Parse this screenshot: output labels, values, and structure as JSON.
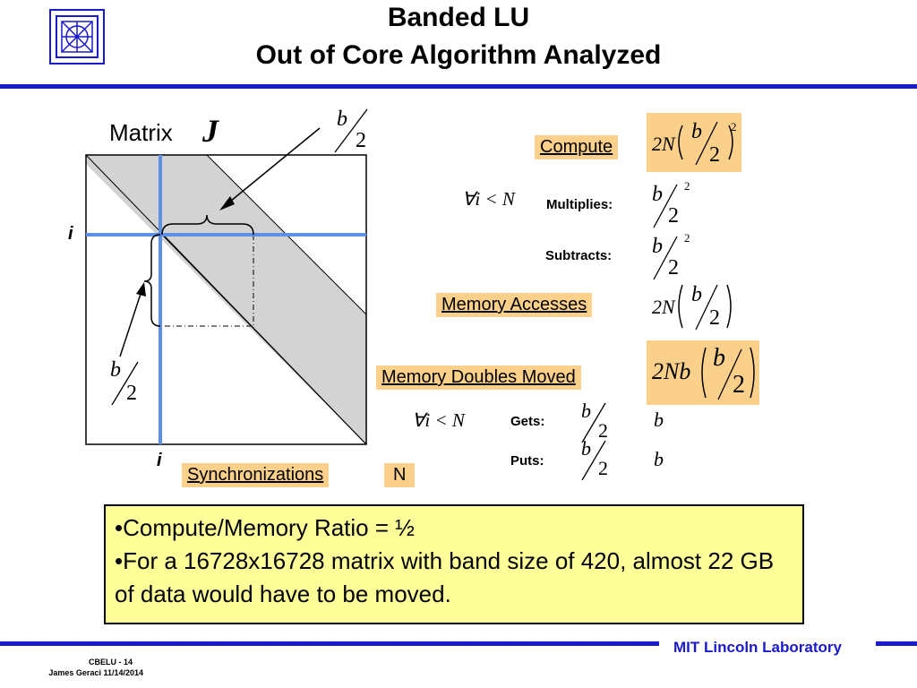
{
  "title": {
    "line1": "Banded LU",
    "line2": "Out of Core Algorithm Analyzed"
  },
  "diagram": {
    "matrix_label": "Matrix",
    "matrix_symbol": "J",
    "row_label": "i",
    "col_label": "i",
    "b": "b",
    "two": "2"
  },
  "metrics": {
    "compute": {
      "label": "Compute",
      "coef": "2N",
      "b": "b",
      "den": "2",
      "exp": "2"
    },
    "forall": "∀i < N",
    "multiplies": {
      "label": "Multiplies:",
      "b": "b",
      "den": "2",
      "exp": "2"
    },
    "subtracts": {
      "label": "Subtracts:",
      "b": "b",
      "den": "2",
      "exp": "2"
    },
    "memory_accesses": {
      "label": "Memory Accesses",
      "coef": "2N",
      "b": "b",
      "den": "2"
    },
    "memory_doubles_moved": {
      "label": "Memory Doubles Moved",
      "coef": "2Nb",
      "b": "b",
      "den": "2"
    },
    "forall2": "∀i < N",
    "gets": {
      "label": "Gets:",
      "b": "b",
      "den": "2",
      "value": "b"
    },
    "puts": {
      "label": "Puts:",
      "b": "b",
      "den": "2",
      "value": "b"
    },
    "synchronizations": {
      "label": "Synchronizations",
      "value": "N"
    }
  },
  "summary": {
    "line1": "•Compute/Memory Ratio = ½",
    "line2": "•For a 16728x16728 matrix with band size of 420, almost 22 GB of data would have to be moved."
  },
  "footer": {
    "slide_id": "CBELU - 14",
    "author_date": "James Geraci 11/14/2014",
    "org": "MIT Lincoln Laboratory"
  },
  "colors": {
    "accent_blue": "#1a1acc",
    "band_gray": "#d3d3d3",
    "label_orange": "#fbd08a",
    "summary_yellow": "#ffff99",
    "line_blue": "#5b8fe8"
  }
}
